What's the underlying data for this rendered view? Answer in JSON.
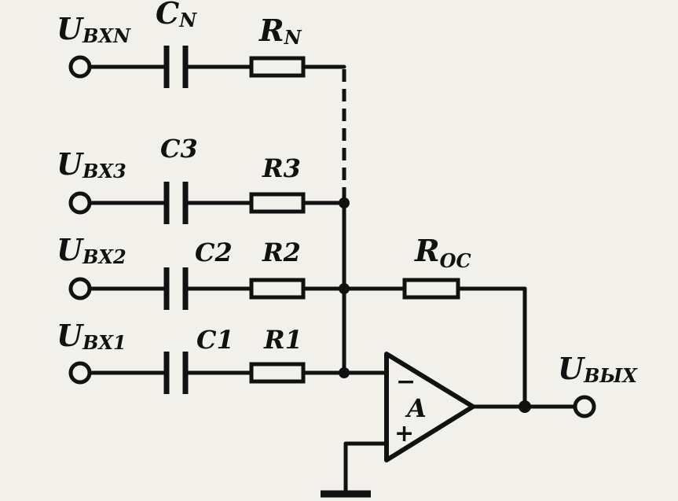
{
  "inputs": [
    {
      "u": "U",
      "sub": "BXN",
      "c": "C",
      "csub": "N",
      "r": "R",
      "rsub": "N"
    },
    {
      "u": "U",
      "sub": "BX3",
      "c": "C3",
      "r": "R3"
    },
    {
      "u": "U",
      "sub": "BX2",
      "c": "C2",
      "r": "R2"
    },
    {
      "u": "U",
      "sub": "BX1",
      "c": "C1",
      "r": "R1"
    }
  ],
  "feedback": {
    "r": "R",
    "rsub": "OC"
  },
  "opamp": {
    "label": "A",
    "inv": "−",
    "noninv": "+"
  },
  "output": {
    "u": "U",
    "sub": "BЫX"
  }
}
